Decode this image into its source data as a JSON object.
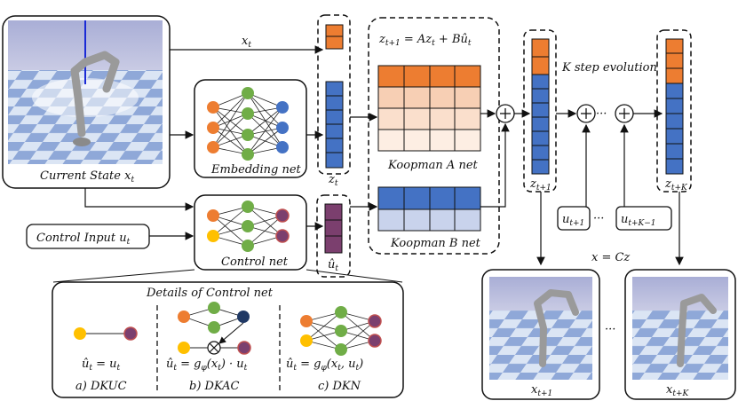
{
  "labels": {
    "current_state": "Current State x",
    "current_state_sub": "t",
    "embedding_net": "Embedding net",
    "control_net": "Control net",
    "control_input": "Control Input u",
    "control_input_sub": "t",
    "koopman_a": "Koopman A net",
    "koopman_b": "Koopman B net",
    "k_step": "K step evolution",
    "x_eq_cz": "x = Cz",
    "details_title": "Details of Control net",
    "xt": "x",
    "xt_sub": "t",
    "zt": "z",
    "zt_sub": "t",
    "ut_hat": "û",
    "ut_hat_sub": "t",
    "zt1": "z",
    "zt1_sub": "t+1",
    "ztk": "z",
    "ztk_sub": "t+K",
    "ut1": "u",
    "ut1_sub": "t+1",
    "utk": "u",
    "utk_sub": "t+K−1",
    "xt1": "x",
    "xt1_sub": "t+1",
    "xtk": "x",
    "xtk_sub": "t+K",
    "ellipsis": "···"
  },
  "equations": {
    "koopman_main": "z_{t+1} = Az_t + Bû_t",
    "dkuc": "û_t = u_t",
    "dkac": "û_t = g_φ(x_t) · u_t",
    "dkn": "û_t = g_φ(x_t, u_t)"
  },
  "variants": {
    "a": "a) DKUC",
    "b": "b) DKAC",
    "c": "c) DKN"
  },
  "colors": {
    "orange": "#ED7D31",
    "blue": "#4472C4",
    "green": "#70AD47",
    "yellow": "#FFC000",
    "purple": "#7B3F6E",
    "navy": "#1F3864"
  }
}
